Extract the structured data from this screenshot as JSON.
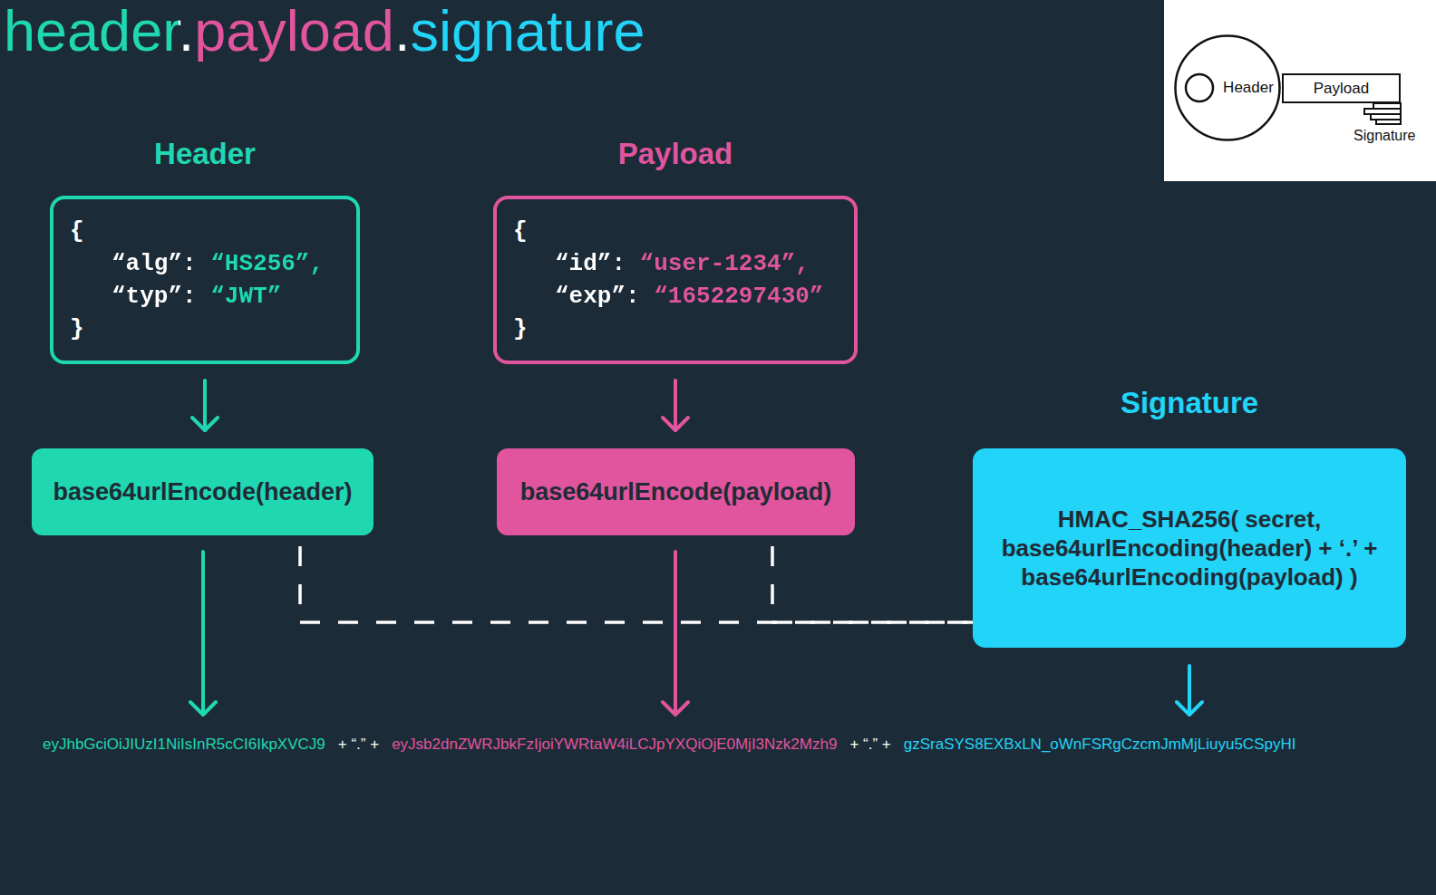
{
  "diagram": {
    "title": "header.payload.signature",
    "nodes": [
      {
        "text": [
          "Header"
        ]
      },
      {
        "text": [
          "Payload"
        ]
      },
      {
        "text": [
          "Header",
          "{",
          "“alg”: “HS256”,",
          "“typ”: “JWT”",
          "}"
        ]
      },
      {
        "text": [
          "Payload",
          "{",
          "“id”: “user-1234”,",
          "“exp”: “1652297430”",
          "}"
        ]
      },
      {
        "text": [
          "base64urlEncode(header)"
        ]
      },
      {
        "text": [
          "base64urlEncode(payload)"
        ]
      },
      {
        "text": [
          "Signature",
          "HMAC_SHA256( secret, base64urlEncoding(header) + ‘.’ + base64urlEncoding(payload) )"
        ]
      }
    ],
    "edges": [
      {
        "from": 2,
        "to": 4,
        "arrow": "to"
      },
      {
        "from": 3,
        "to": 5,
        "arrow": "to"
      },
      {
        "from": 4,
        "to": 6,
        "arrow": "none"
      },
      {
        "from": 5,
        "to": 6,
        "arrow": "none"
      }
    ],
    "labels": [
      "Signature",
      "eyJhbGciOiJIUzI1NiIsInR5cCI6IkpXVCJ9",
      "+ “.” +",
      "eyJsb2dnZWRJbkFzIjoiYWRtaW4iLCJpYXQiOjE0MjI3Nzk2Mzh9",
      "+ “.” +",
      "gzSraSYS8EXBxLN_oWnFSRgCzcmJmMjLiuyu5CSpyHI"
    ]
  }
}
